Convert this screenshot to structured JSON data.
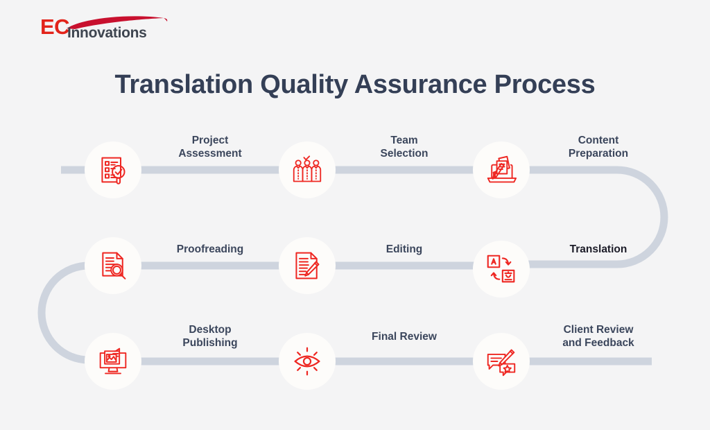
{
  "brand": {
    "logo_primary": "EC",
    "logo_secondary": "Innovations",
    "logo_icon": "swoosh-icon",
    "red": "#e2231a",
    "dark": "#3e4550"
  },
  "page": {
    "title": "Translation Quality Assurance Process",
    "background": "#f4f4f5",
    "title_color": "#343f56",
    "connector_color": "#ced4de",
    "circle_color": "#fdfcfa"
  },
  "process": {
    "rows": [
      {
        "direction": "left-to-right",
        "steps": [
          {
            "label": "Project\nAssessment",
            "icon": "checklist-magnifier-icon",
            "emphasis": false
          },
          {
            "label": "Team\nSelection",
            "icon": "team-people-check-icon",
            "emphasis": false
          },
          {
            "label": "Content\nPreparation",
            "icon": "laptop-documents-pen-icon",
            "emphasis": false
          }
        ]
      },
      {
        "direction": "right-to-left",
        "steps": [
          {
            "label": "Proofreading",
            "icon": "document-magnifier-icon",
            "emphasis": false
          },
          {
            "label": "Editing",
            "icon": "document-pencil-icon",
            "emphasis": false
          },
          {
            "label": "Translation",
            "icon": "language-swap-icon",
            "emphasis": true
          }
        ]
      },
      {
        "direction": "left-to-right",
        "steps": [
          {
            "label": "Desktop\nPublishing",
            "icon": "monitor-image-icon",
            "emphasis": false
          },
          {
            "label": "Final Review",
            "icon": "eye-rays-icon",
            "emphasis": false
          },
          {
            "label": "Client Review\nand Feedback",
            "icon": "speech-bubbles-pen-star-icon",
            "emphasis": false
          }
        ]
      }
    ]
  }
}
